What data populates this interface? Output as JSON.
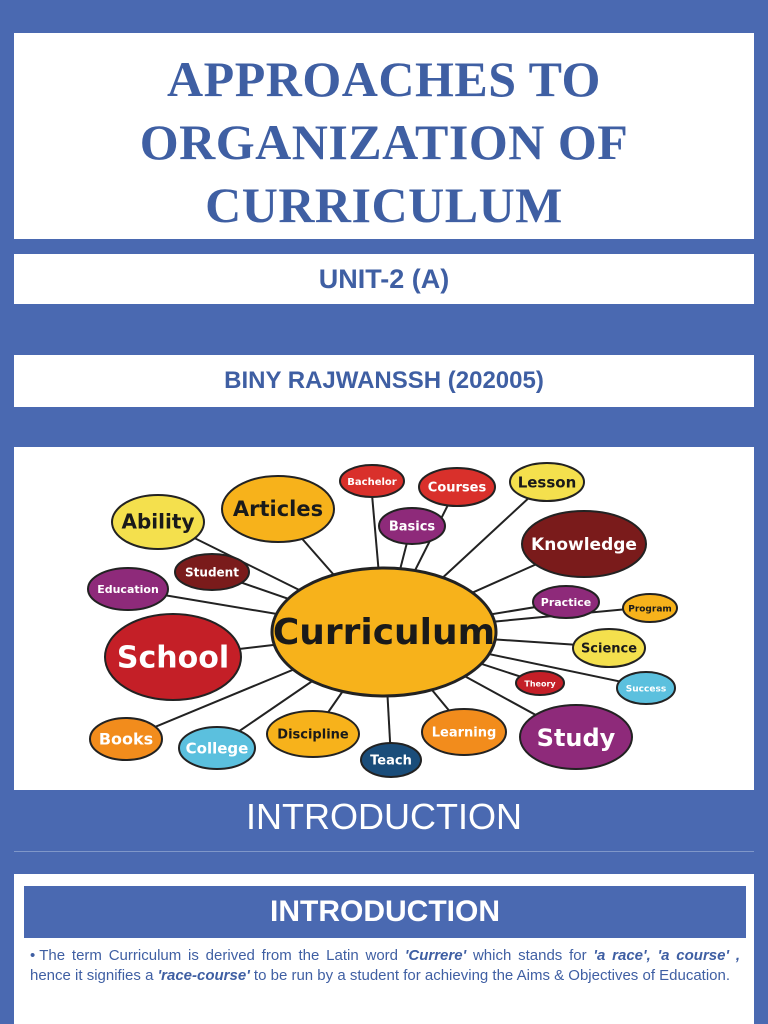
{
  "title": {
    "line1": "APPROACHES TO",
    "line2": "ORGANIZATION OF",
    "line3": "CURRICULUM"
  },
  "unit": "UNIT-2 (A)",
  "author": "BINY RAJWANSSH (202005)",
  "illustration": {
    "center": "Curriculum",
    "nodes": [
      {
        "label": "Ability",
        "color": "#f4e04d"
      },
      {
        "label": "Articles",
        "color": "#f7b21b"
      },
      {
        "label": "Bachelor",
        "color": "#d9302b"
      },
      {
        "label": "Courses",
        "color": "#d9302b"
      },
      {
        "label": "Lesson",
        "color": "#f4e04d"
      },
      {
        "label": "Basics",
        "color": "#8e2a7a"
      },
      {
        "label": "Knowledge",
        "color": "#7a1b1b"
      },
      {
        "label": "Education",
        "color": "#8e2a7a"
      },
      {
        "label": "Student",
        "color": "#7a1b1b"
      },
      {
        "label": "Practice",
        "color": "#8e2a7a"
      },
      {
        "label": "Program",
        "color": "#f7b21b"
      },
      {
        "label": "School",
        "color": "#c41f27"
      },
      {
        "label": "Science",
        "color": "#f4e04d"
      },
      {
        "label": "Theory",
        "color": "#c41f27"
      },
      {
        "label": "Success",
        "color": "#5bc0de"
      },
      {
        "label": "Books",
        "color": "#f28c1c"
      },
      {
        "label": "College",
        "color": "#5bc0de"
      },
      {
        "label": "Discipline",
        "color": "#f7b21b"
      },
      {
        "label": "Teach",
        "color": "#1a4d7a"
      },
      {
        "label": "Learning",
        "color": "#f28c1c"
      },
      {
        "label": "Study",
        "color": "#8e2a7a"
      }
    ]
  },
  "intro_heading": "INTRODUCTION",
  "slide": {
    "banner": "INTRODUCTION",
    "bullet": {
      "part1": "The term Curriculum is derived from the Latin word ",
      "currere": "'Currere'",
      "part2": "  which stands for ",
      "a_race": "'a race',",
      "a_course": "'a course' ,",
      "part3": " hence it signifies a ",
      "race_course": "'race-course'",
      "part4": " to be run by a student for achieving the Aims & Objectives of Education."
    }
  }
}
